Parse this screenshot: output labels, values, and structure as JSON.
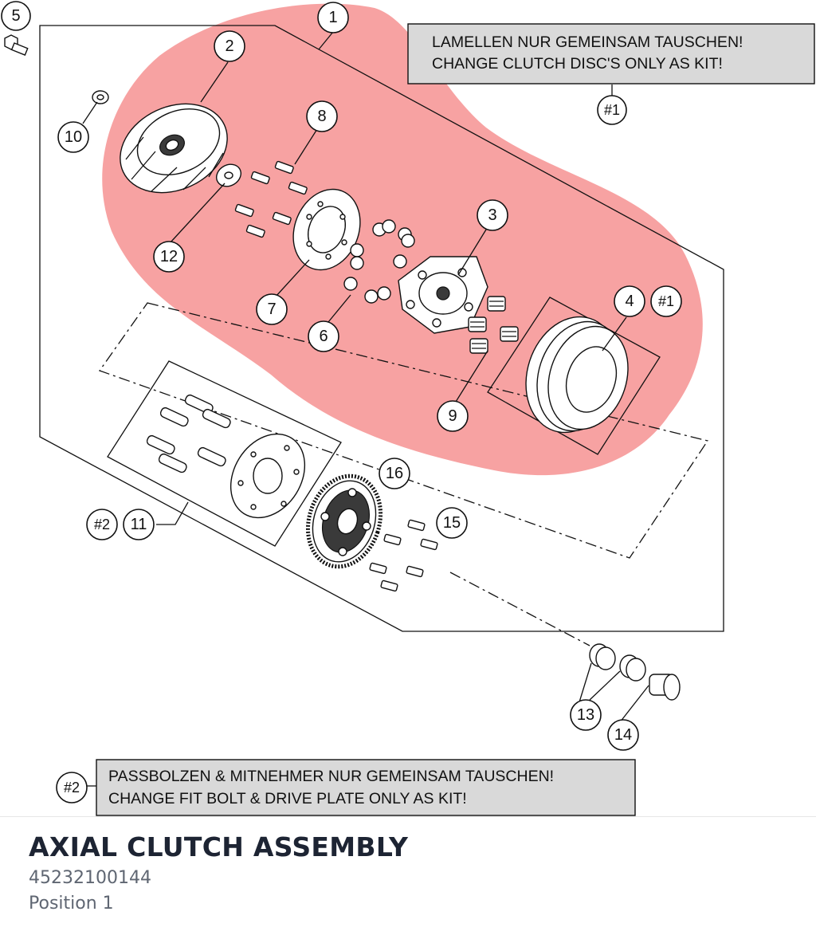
{
  "diagram": {
    "highlight_color": "#f47a7a",
    "notes": [
      {
        "id": "note-1",
        "lines": [
          "LAMELLEN NUR GEMEINSAM TAUSCHEN!",
          "CHANGE CLUTCH DISC'S ONLY AS KIT!"
        ],
        "ref": "#1"
      },
      {
        "id": "note-2",
        "lines": [
          "PASSBOLZEN & MITNEHMER NUR GEMEINSAM TAUSCHEN!",
          "CHANGE FIT BOLT & DRIVE PLATE ONLY AS KIT!"
        ],
        "ref": "#2"
      }
    ],
    "labels": {
      "p1": "1",
      "p2": "2",
      "p3": "3",
      "p4": "4",
      "p5": "5",
      "p6": "6",
      "p7": "7",
      "p8": "8",
      "p9": "9",
      "p10": "10",
      "p11": "11",
      "p12": "12",
      "p13": "13",
      "p14": "14",
      "p15": "15",
      "p16": "16",
      "ref1_top": "#1",
      "ref1_part4": "#1",
      "ref2_part11": "#2",
      "ref2_bottom": "#2"
    }
  },
  "footer": {
    "title": "AXIAL CLUTCH ASSEMBLY",
    "part_number": "45232100144",
    "position": "Position 1"
  }
}
